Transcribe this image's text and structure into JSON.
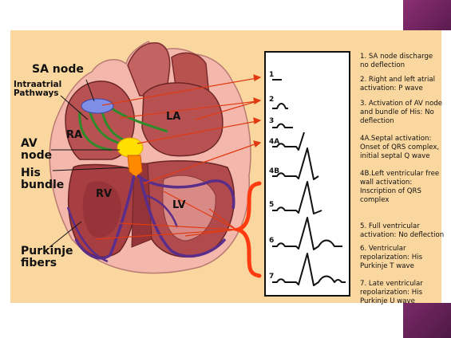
{
  "labels": {
    "sa_node": "SA node",
    "intraatrial": "Intraatrial\nPathways",
    "av_node": "AV\nnode",
    "his_bundle": "His\nbundle",
    "purkinje": "Purkinje\nfibers",
    "ra": "RA",
    "la": "LA",
    "rv": "RV",
    "lv": "LV"
  },
  "ecg_steps": [
    "1",
    "2",
    "3",
    "4A",
    "4B",
    "5",
    "6",
    "7"
  ],
  "notes": [
    "1.  SA node discharge\nno deflection",
    "2.  Right and left atrial activation: P wave",
    "3.  Activation of AV node and bundle of His: No deflection",
    "4A.Septal activation: Onset of QRS complex, initial septal Q wave",
    "4B.Left ventricular free wall activation: Inscription of QRS complex",
    "5.  Full ventricular activation: No deflection",
    "6.  Ventricular repolarization: His Purkinje T wave",
    "7.  Late ventricular repolarization: His Purkinje U wave"
  ],
  "colors": {
    "panel": "#fbd7a0",
    "heart_outer": "#f3b7ab",
    "myocardium": "#a9494a",
    "conduction": "#5a2d8a",
    "sa_node": "#7f8fe8",
    "av_node": "#ffe000",
    "arrow": "#e03a12",
    "brace": "#ff3b12",
    "accent": "#6b2560"
  }
}
